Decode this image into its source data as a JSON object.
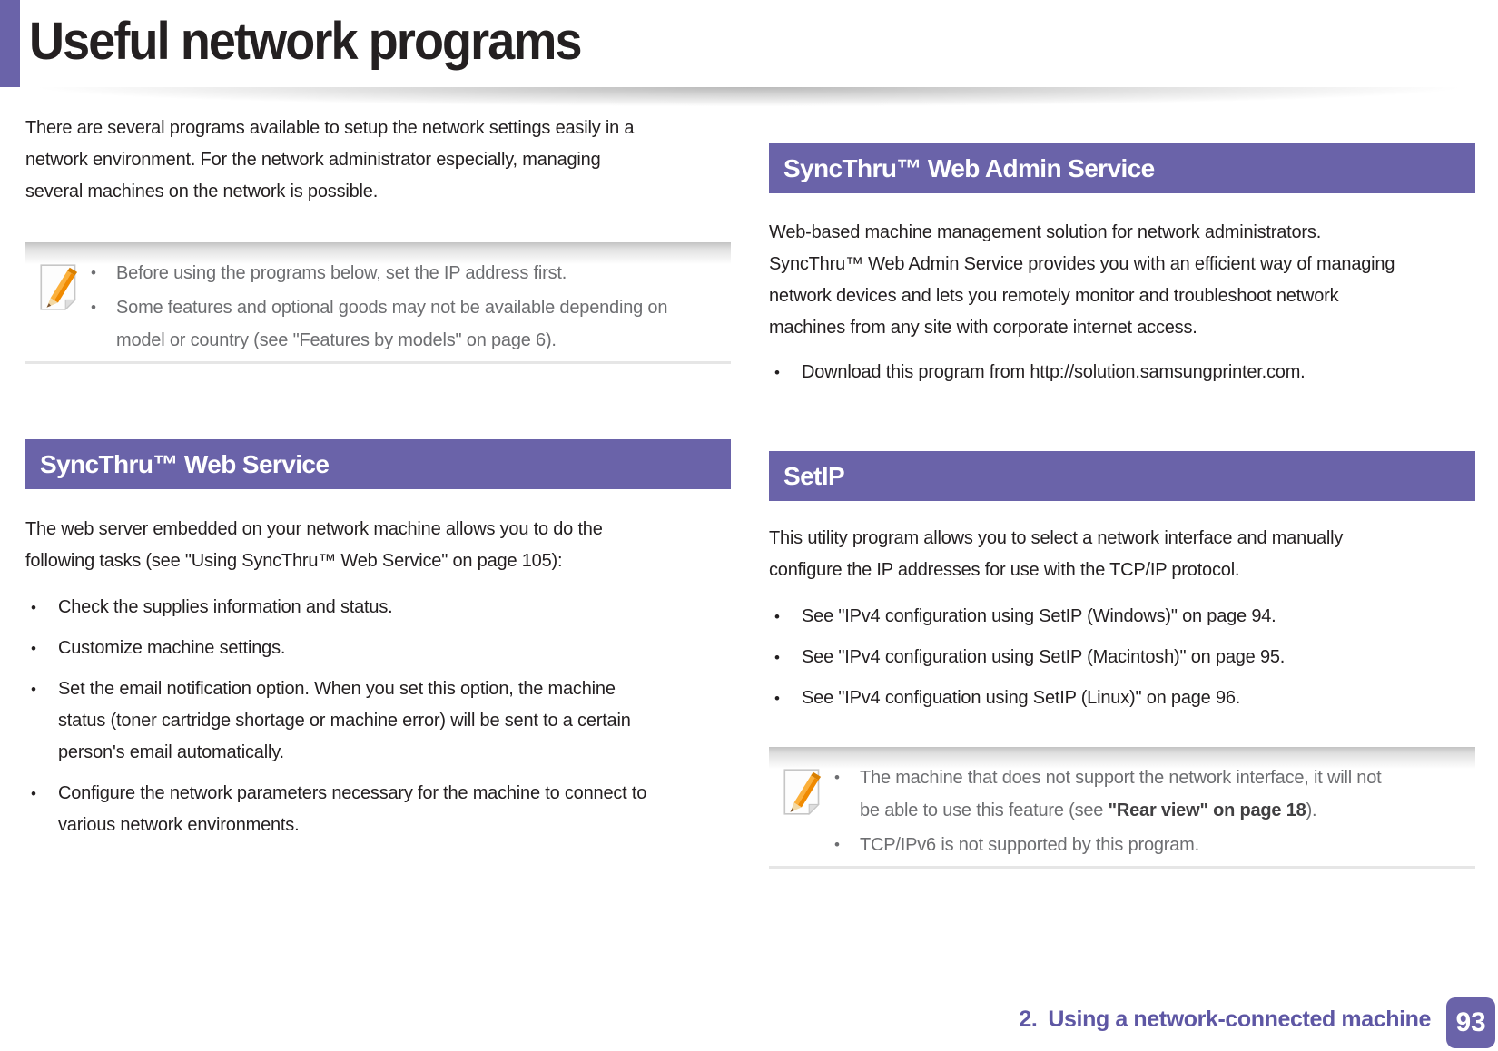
{
  "title": "Useful network programs",
  "intro": "There are several programs available to setup the network settings easily in a\nnetwork environment. For the network administrator especially, managing\nseveral machines on the network is possible.",
  "glyphs": {
    "bullet": "•"
  },
  "top_note": {
    "items": [
      "Before using the programs below, set the IP address first.",
      "Some features and optional goods may not be available depending on\nmodel or country (see \"Features by models\" on page 6)."
    ]
  },
  "sections": {
    "web_service": {
      "heading": "SyncThru™ Web Service",
      "body": "The web server embedded on your network machine allows you to do the\nfollowing tasks (see \"Using SyncThru™ Web Service\" on page 105):",
      "bullets": [
        "Check the supplies information and status.",
        "Customize machine settings.",
        "Set the email notification option. When you set this option, the machine\nstatus (toner cartridge shortage or machine error) will be sent to a certain\nperson's email automatically.",
        "Configure the network parameters necessary for the machine to connect to\nvarious network environments."
      ]
    },
    "web_admin_service": {
      "heading": "SyncThru™ Web Admin Service",
      "body": "Web-based machine management solution for network administrators.\nSyncThru™ Web Admin Service provides you with an efficient way of managing\nnetwork devices and lets you remotely monitor and troubleshoot network\nmachines from any site with corporate internet access.",
      "bullets": [
        "Download this program from http://solution.samsungprinter.com."
      ]
    },
    "setip": {
      "heading": "SetIP",
      "body": "This utility program allows you to select a network interface and manually\nconfigure the IP addresses for use with the TCP/IP protocol.",
      "bullets": [
        "See \"IPv4 configuration using SetIP (Windows)\" on page 94.",
        "See \"IPv4 configuration using SetIP (Macintosh)\" on page 95.",
        "See \"IPv4 configuation using SetIP (Linux)\" on page 96."
      ]
    }
  },
  "bottom_note": {
    "item1_prefix": "The machine that does not support the network interface, it will not\nbe able to use this feature (see ",
    "item1_link": "\"Rear view\" on page 18",
    "item1_suffix": ").",
    "item2": "TCP/IPv6 is not supported by this program."
  },
  "footer": {
    "chapter_number": "2.",
    "chapter_title": "Using a network-connected machine",
    "page_number": "93"
  },
  "colors": {
    "accent_purple": "#6a63a9",
    "body_text": "#231f20",
    "note_text": "#6d6e71",
    "footer_text": "#5e57a4"
  }
}
